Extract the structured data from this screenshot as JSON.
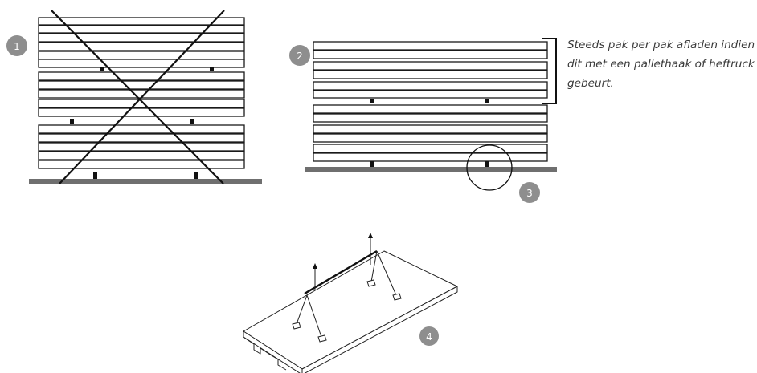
{
  "badges": {
    "b1": "1",
    "b2": "2",
    "b3": "3",
    "b4": "4"
  },
  "caption": {
    "line1": "Steeds pak per pak afladen indien",
    "line2": "dit met een pallethaak of heftruck",
    "line3": "gebeurt."
  },
  "colors": {
    "badge": "#8e8e8e",
    "ground": "#6f6f6f",
    "lines": "#111111"
  }
}
